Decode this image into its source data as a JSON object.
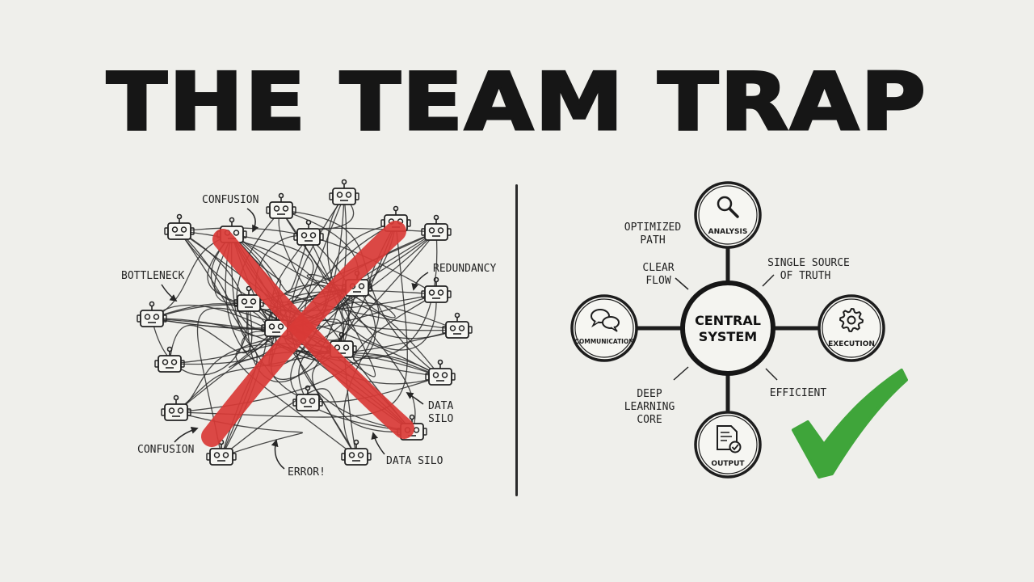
{
  "title": "THE TEAM TRAP",
  "left": {
    "labels": {
      "confusion_top": "CONFUSION",
      "bottleneck": "BOTTLENECK",
      "redundancy": "REDUNDANCY",
      "data_silo_right_1": "DATA",
      "data_silo_right_2": "SILO",
      "confusion_bottom": "CONFUSION",
      "error": "ERROR!",
      "data_silo_bottom": "DATA SILO"
    },
    "cross_color": "#d93a36"
  },
  "right": {
    "central": {
      "line1": "CENTRAL",
      "line2": "SYSTEM"
    },
    "nodes": {
      "analysis": "ANALYSIS",
      "communication": "COMMUNICATION",
      "execution": "EXECUTION",
      "output": "OUTPUT"
    },
    "labels": {
      "optimized_1": "OPTIMIZED",
      "optimized_2": "PATH",
      "clear_1": "CLEAR",
      "clear_2": "FLOW",
      "single_1": "SINGLE SOURCE",
      "single_2": "OF TRUTH",
      "deep_1": "DEEP",
      "deep_2": "LEARNING",
      "deep_3": "CORE",
      "efficient": "EFFICIENT"
    },
    "icons": {
      "analysis": "magnifier-icon",
      "communication": "speech-bubbles-icon",
      "execution": "gear-icon",
      "output": "document-check-icon"
    },
    "check_color": "#3fa53a"
  }
}
